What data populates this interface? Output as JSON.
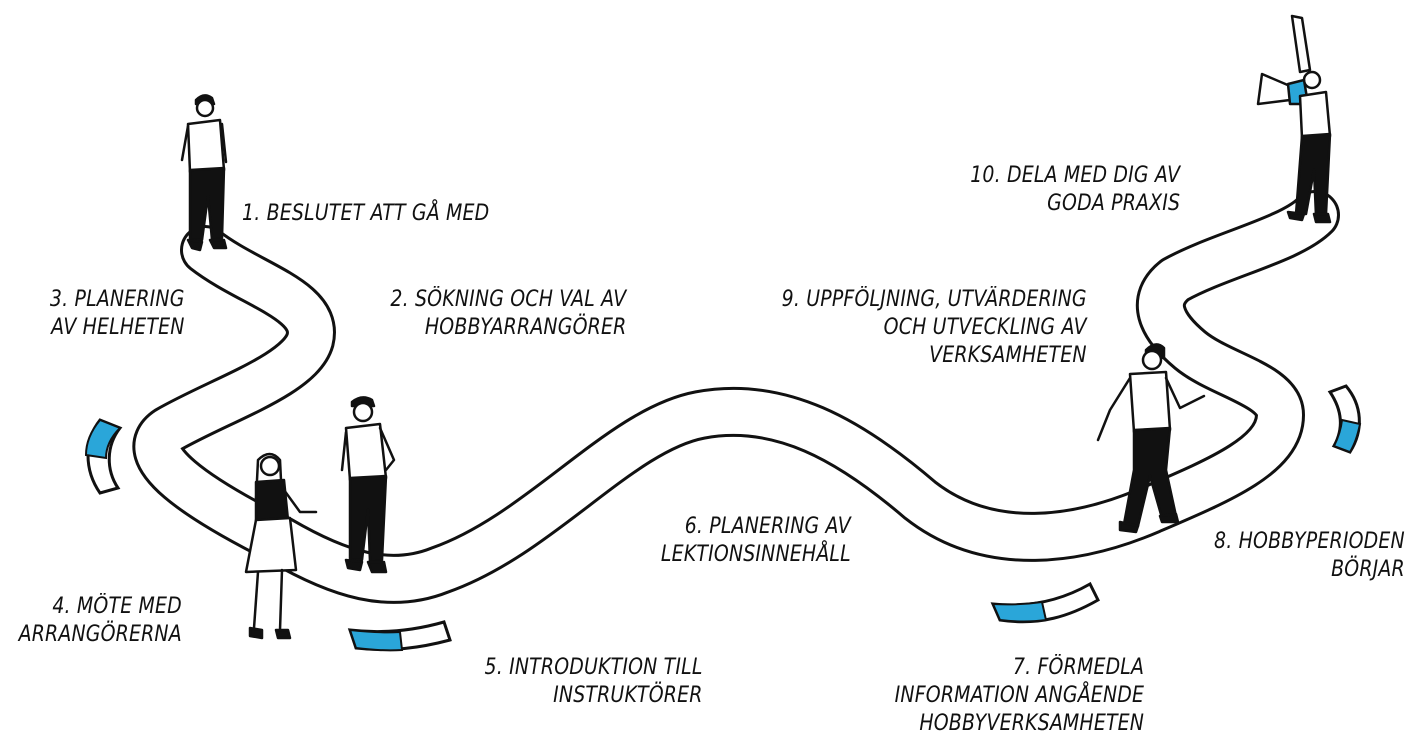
{
  "colors": {
    "accent": "#2aa6d9",
    "ink": "#111111",
    "background": "#ffffff"
  },
  "steps": [
    {
      "lines": [
        "1. BESLUTET ATT GÅ MED"
      ]
    },
    {
      "lines": [
        "2. SÖKNING OCH VAL AV",
        "HOBBYARRANGÖRER"
      ]
    },
    {
      "lines": [
        "3. PLANERING",
        "AV HELHETEN"
      ]
    },
    {
      "lines": [
        "4. MÖTE MED",
        "ARRANGÖRERNA"
      ]
    },
    {
      "lines": [
        "5. INTRODUKTION TILL",
        "INSTRUKTÖRER"
      ]
    },
    {
      "lines": [
        "6. PLANERING AV",
        "LEKTIONSINNEHÅLL"
      ]
    },
    {
      "lines": [
        "7. FÖRMEDLA",
        "INFORMATION ANGÅENDE",
        "HOBBYVERKSAMHETEN"
      ]
    },
    {
      "lines": [
        "8. HOBBYPERIODEN",
        "BÖRJAR"
      ]
    },
    {
      "lines": [
        "9. UPPFÖLJNING, UTVÄRDERING",
        "OCH UTVECKLING AV",
        "VERKSAMHETEN"
      ]
    },
    {
      "lines": [
        "10. DELA MED DIG AV",
        "GODA PRAXIS"
      ]
    }
  ],
  "figures": [
    {
      "name": "person-standing-cap-icon"
    },
    {
      "name": "person-standing-cap-hands-in-pockets-icon"
    },
    {
      "name": "woman-long-hair-talking-icon"
    },
    {
      "name": "person-walking-gesturing-icon"
    },
    {
      "name": "person-megaphone-pointing-up-icon"
    }
  ]
}
